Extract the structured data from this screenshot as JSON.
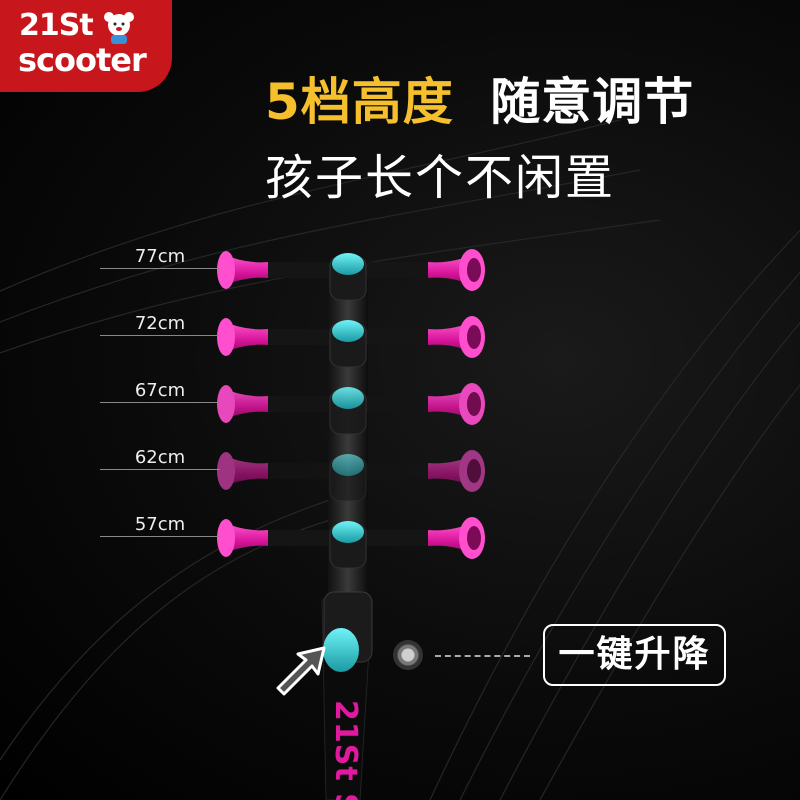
{
  "brand": {
    "line1": "21St",
    "line2": "scooter",
    "mascot_icon": "bear-mascot-icon"
  },
  "headline": {
    "accent": "5档高度",
    "rest": "随意调节"
  },
  "subline": "孩子长个不闲置",
  "heights": [
    {
      "label": "77cm"
    },
    {
      "label": "72cm"
    },
    {
      "label": "67cm"
    },
    {
      "label": "62cm"
    },
    {
      "label": "57cm"
    }
  ],
  "callout": {
    "label": "一键升降",
    "icon": "pointer-arrow-icon"
  },
  "stem_text": "21St Sc",
  "colors": {
    "brand_red": "#c8161d",
    "accent_yellow": "#f5c02c",
    "grip_magenta": "#e0199f",
    "clamp_cyan": "#3ecfd8"
  }
}
